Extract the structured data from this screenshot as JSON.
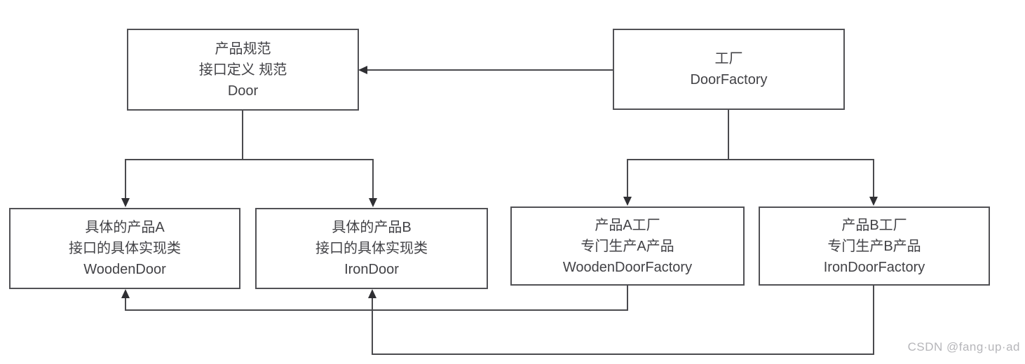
{
  "diagram": {
    "nodes": {
      "door": {
        "line1": "产品规范",
        "line2": "接口定义 规范",
        "line3": "Door"
      },
      "door_factory": {
        "line1": "工厂",
        "line2": "DoorFactory"
      },
      "wooden_door": {
        "line1": "具体的产品A",
        "line2": "接口的具体实现类",
        "line3": "WoodenDoor"
      },
      "iron_door": {
        "line1": "具体的产品B",
        "line2": "接口的具体实现类",
        "line3": "IronDoor"
      },
      "wooden_door_factory": {
        "line1": "产品A工厂",
        "line2": "专门生产A产品",
        "line3": "WoodenDoorFactory"
      },
      "iron_door_factory": {
        "line1": "产品B工厂",
        "line2": "专门生产B产品",
        "line3": "IronDoorFactory"
      }
    },
    "edges": [
      {
        "from": "DoorFactory",
        "to": "Door",
        "style": "horizontal-arrow",
        "arrow_points_at": "Door"
      },
      {
        "from": "Door",
        "to": "WoodenDoor",
        "style": "tree-branch",
        "arrow_points_at": "WoodenDoor"
      },
      {
        "from": "Door",
        "to": "IronDoor",
        "style": "tree-branch",
        "arrow_points_at": "IronDoor"
      },
      {
        "from": "DoorFactory",
        "to": "WoodenDoorFactory",
        "style": "tree-branch",
        "arrow_points_at": "WoodenDoorFactory"
      },
      {
        "from": "DoorFactory",
        "to": "IronDoorFactory",
        "style": "tree-branch",
        "arrow_points_at": "IronDoorFactory"
      },
      {
        "from": "WoodenDoorFactory",
        "to": "WoodenDoor",
        "style": "bottom-route",
        "arrow_points_at": "WoodenDoor"
      },
      {
        "from": "IronDoorFactory",
        "to": "IronDoor",
        "style": "bottom-route",
        "arrow_points_at": "IronDoor"
      }
    ],
    "watermark": "CSDN @fang·up·ad",
    "colors": {
      "line": "#4a4a4e",
      "arrowhead": "#2f2f33",
      "box_border": "#515155",
      "text": "#424246",
      "background": "#ffffff",
      "watermark": "#b6b6ba"
    }
  }
}
